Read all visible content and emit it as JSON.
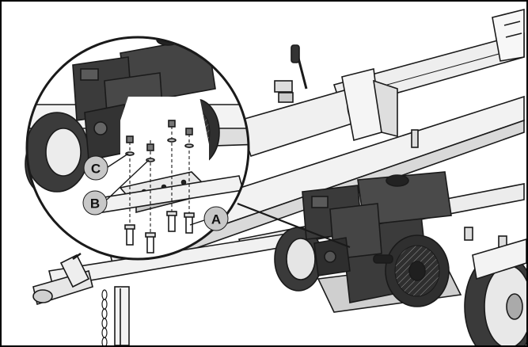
{
  "callouts": {
    "a": "A",
    "b": "B",
    "c": "C"
  },
  "colors": {
    "line": "#1a1a1a",
    "metal_light": "#e6e6e6",
    "metal_mid": "#b5b5b5",
    "engine_dark": "#2b2b2b",
    "callout_fill": "#c8c8c8",
    "background": "#ffffff"
  }
}
